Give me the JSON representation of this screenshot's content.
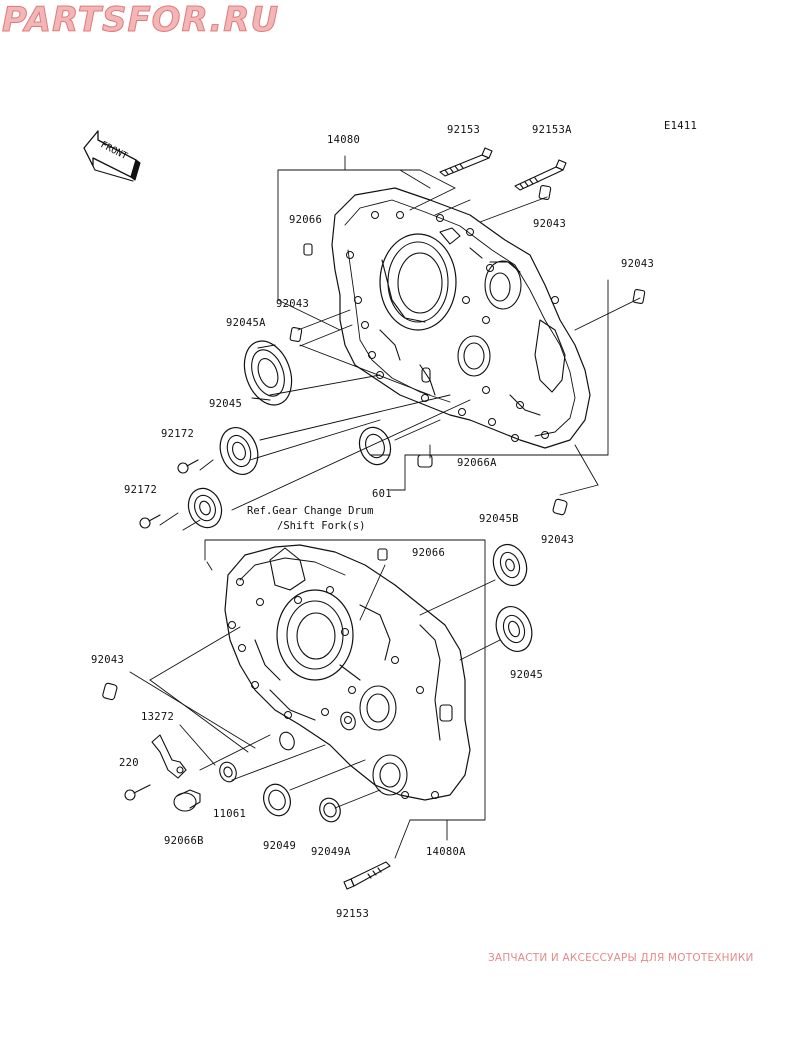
{
  "diagram": {
    "code": "E1411",
    "front_label": "FRONT",
    "ref_text_line1": "Ref.Gear Change Drum",
    "ref_text_line2": "/Shift Fork(s)",
    "labels": {
      "p14080": "14080",
      "p92153_top": "92153",
      "p92153a": "92153A",
      "p92066_top": "92066",
      "p92043_a": "92043",
      "p92043_b": "92043",
      "p92043_c": "92043",
      "p92045a": "92045A",
      "p92045_left": "92045",
      "p92172_a": "92172",
      "p92172_b": "92172",
      "p92066a": "92066A",
      "p601": "601",
      "p92043_d": "92043",
      "p92045b": "92045B",
      "p92066_mid": "92066",
      "p92045_right": "92045",
      "p92043_e": "92043",
      "p13272": "13272",
      "p220": "220",
      "p11061": "11061",
      "p92066b": "92066B",
      "p92049": "92049",
      "p92049a": "92049A",
      "p14080a": "14080A",
      "p92153_bottom": "92153"
    }
  },
  "watermark": {
    "line": "ЗАПЧАСТИ И АКСЕССУАРЫ ДЛЯ МОТОТЕХНИКИ",
    "logo": "PARTSFOR.RU",
    "color": "#e58a8a"
  }
}
